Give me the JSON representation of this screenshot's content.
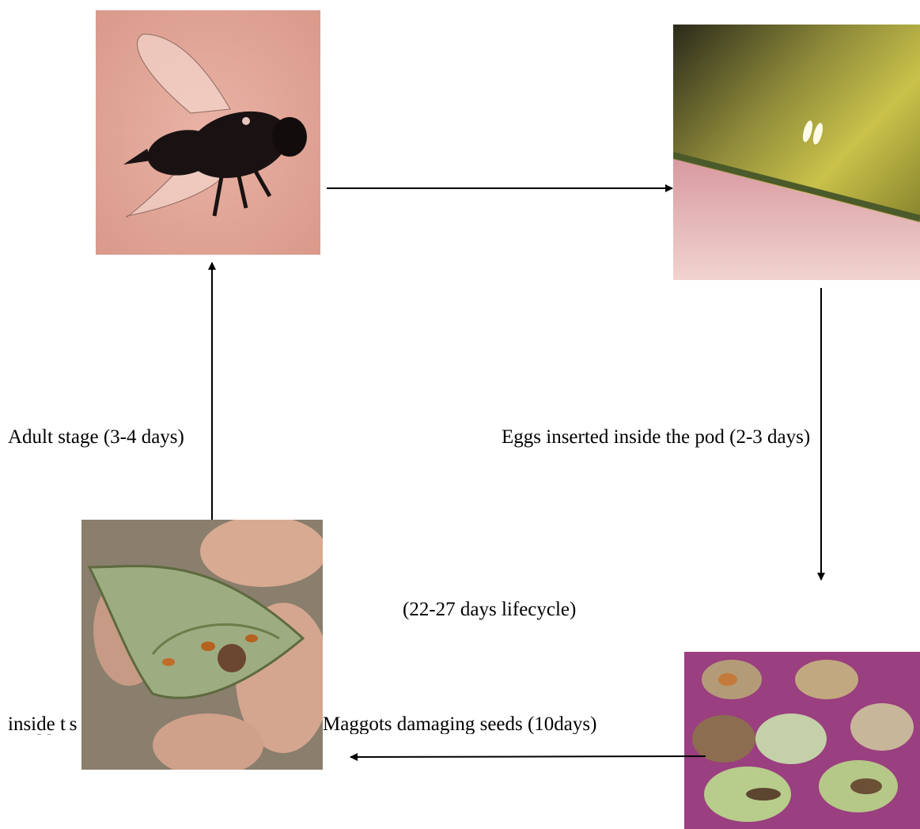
{
  "stages": {
    "adult": {
      "label": "Adult stage (3-4 days)"
    },
    "eggs": {
      "label": "Eggs inserted inside the pod (2-3 days)"
    },
    "maggots": {
      "label": "Maggots damaging seeds (10days)"
    },
    "pupa": {
      "label": "inside t"
    }
  },
  "cycle_label": "(22-27 days lifecycle)",
  "photos": {
    "adult": "adult-fly-photo",
    "eggs": "eggs-on-pod-photo",
    "maggots": "damaged-seeds-photo",
    "pupa": "opened-pod-photo"
  }
}
